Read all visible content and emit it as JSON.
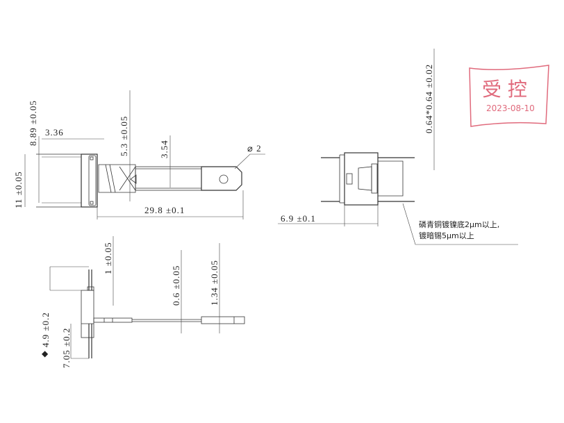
{
  "drawing": {
    "front_view": {
      "dims": {
        "height_total": "11 ±0.05",
        "height_inner": "8.89 ±0.05",
        "body_width": "3.36",
        "pin_width": "5.3 ±0.05",
        "blade_width": "3.54",
        "hole_dia": "⌀ 2",
        "length": "29.8 ±0.1"
      }
    },
    "side_view": {
      "dims": {
        "pin_thickness": "0.64*0.64 ±0.02",
        "body_depth": "6.9 ±0.1"
      },
      "note_line1": "磷青铜镀镍底2μm以上,",
      "note_line2": "镀暗锡5μm以上"
    },
    "bottom_view": {
      "dims": {
        "pin_step": "1 ±0.05",
        "blade_thickness": "0.6 ±0.05",
        "tab_thickness": "1.34 ±0.05",
        "upper_height": "4.9 ±0.2",
        "lower_height": "7.05 ±0.2"
      },
      "diamond_marker": "◆"
    },
    "stamp": {
      "title": "受 控",
      "date": "2023-08-10",
      "color": "#e06a7c"
    }
  }
}
